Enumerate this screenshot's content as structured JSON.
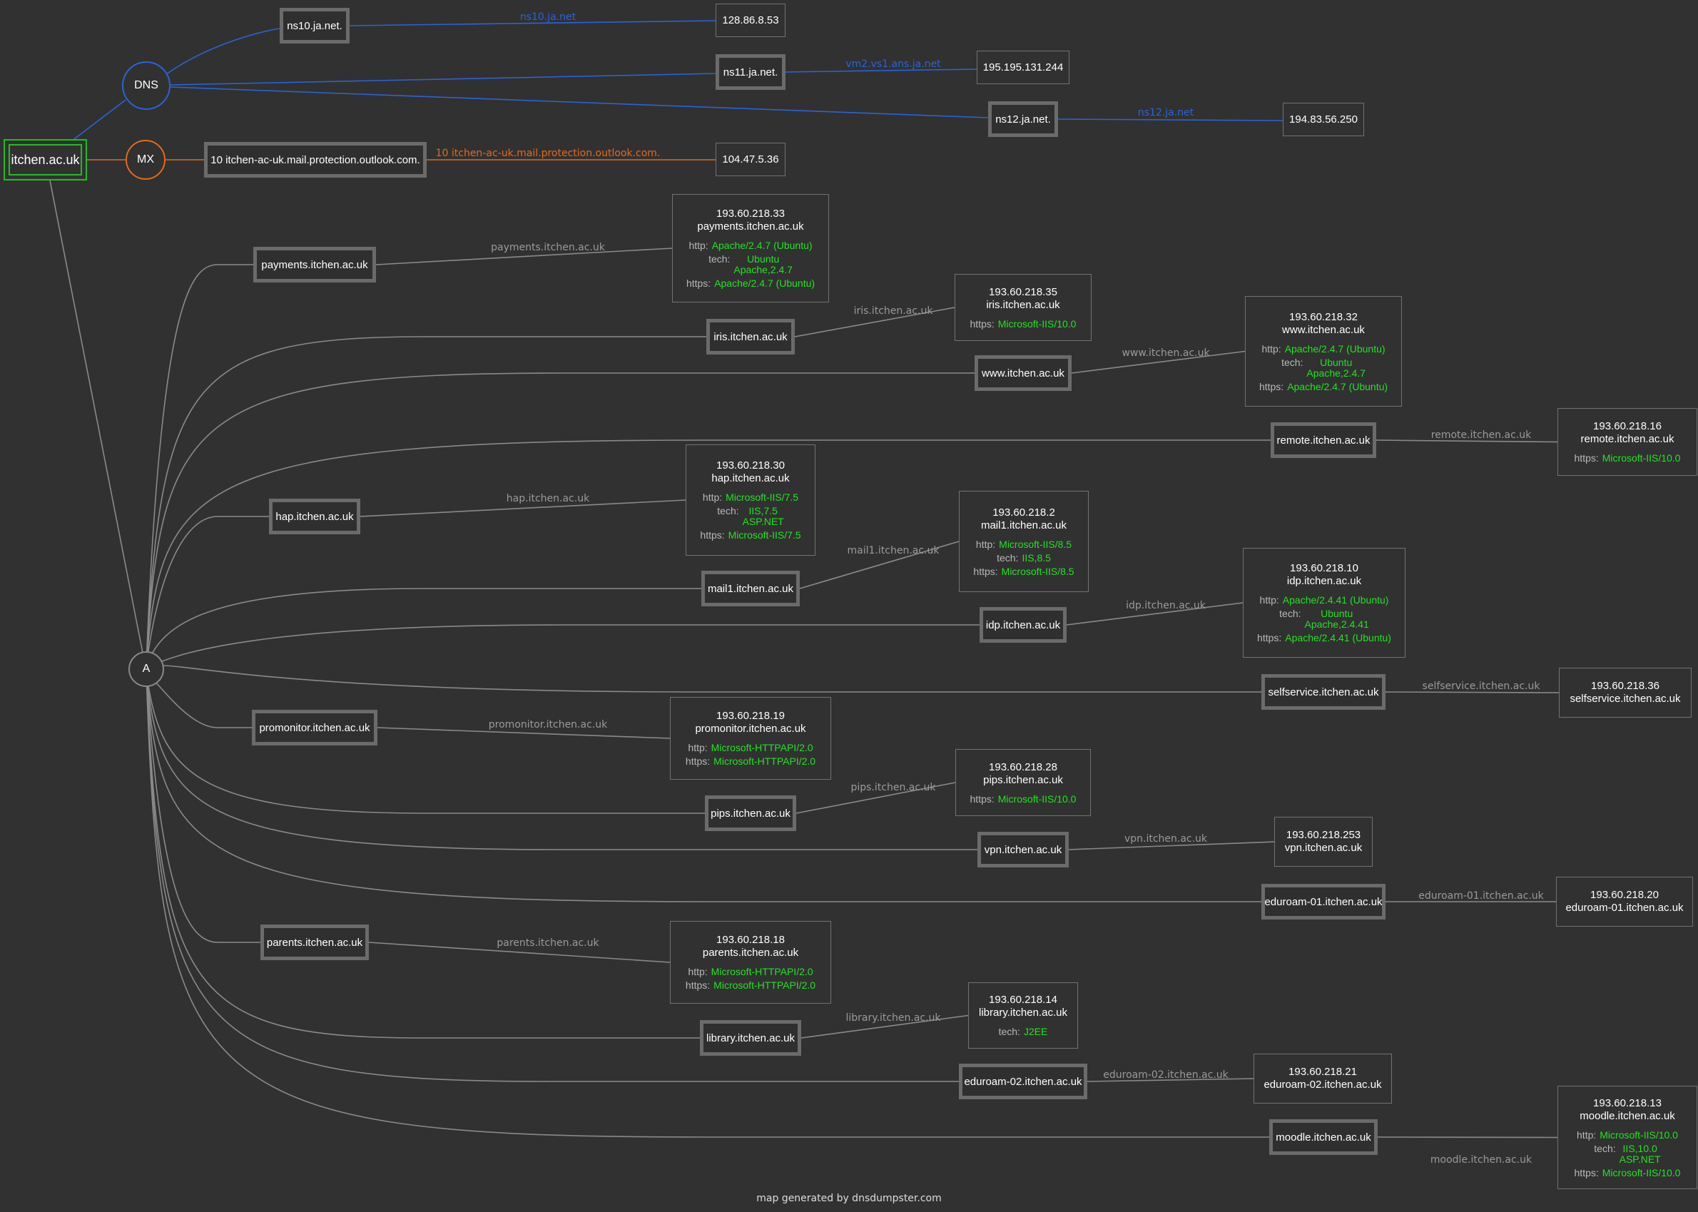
{
  "colors": {
    "background": "#313131",
    "ns": "#2b63d8",
    "mx": "#e06b1c",
    "a": "#8a8a8a",
    "root": "#1fbf1f",
    "green": "#22e322"
  },
  "root": "itchen.ac.uk",
  "dns_label": "DNS",
  "mx_label": "MX",
  "a_label": "A",
  "footer": "map generated by dnsdumpster.com",
  "ns_records": [
    {
      "host": "ns10.ja.net.",
      "label": "ns10.ja.net",
      "ip": "128.86.8.53"
    },
    {
      "host": "ns11.ja.net.",
      "label": "vm2.vs1.ans.ja.net",
      "ip": "195.195.131.244"
    },
    {
      "host": "ns12.ja.net.",
      "label": "ns12.ja.net",
      "ip": "194.83.56.250"
    }
  ],
  "mx_records": [
    {
      "host": "10 itchen-ac-uk.mail.protection.outlook.com.",
      "label": "10 itchen-ac-uk.mail.protection.outlook.com.",
      "ip": "104.47.5.36"
    }
  ],
  "a_records": [
    {
      "host": "payments.itchen.ac.uk",
      "label": "payments.itchen.ac.uk",
      "ip": "193.60.218.33",
      "name": "payments.itchen.ac.uk",
      "services": [
        {
          "k": "http:",
          "v": [
            "Apache/2.4.7 (Ubuntu)"
          ]
        },
        {
          "k": "tech:",
          "v": [
            "Ubuntu",
            "Apache,2.4.7"
          ]
        },
        {
          "k": "https:",
          "v": [
            "Apache/2.4.7 (Ubuntu)"
          ]
        }
      ]
    },
    {
      "host": "iris.itchen.ac.uk",
      "label": "iris.itchen.ac.uk",
      "ip": "193.60.218.35",
      "name": "iris.itchen.ac.uk",
      "services": [
        {
          "k": "https:",
          "v": [
            "Microsoft-IIS/10.0"
          ]
        }
      ]
    },
    {
      "host": "www.itchen.ac.uk",
      "label": "www.itchen.ac.uk",
      "ip": "193.60.218.32",
      "name": "www.itchen.ac.uk",
      "services": [
        {
          "k": "http:",
          "v": [
            "Apache/2.4.7 (Ubuntu)"
          ]
        },
        {
          "k": "tech:",
          "v": [
            "Ubuntu",
            "Apache,2.4.7"
          ]
        },
        {
          "k": "https:",
          "v": [
            "Apache/2.4.7 (Ubuntu)"
          ]
        }
      ]
    },
    {
      "host": "remote.itchen.ac.uk",
      "label": "remote.itchen.ac.uk",
      "ip": "193.60.218.16",
      "name": "remote.itchen.ac.uk",
      "services": [
        {
          "k": "https:",
          "v": [
            "Microsoft-IIS/10.0"
          ]
        }
      ]
    },
    {
      "host": "hap.itchen.ac.uk",
      "label": "hap.itchen.ac.uk",
      "ip": "193.60.218.30",
      "name": "hap.itchen.ac.uk",
      "services": [
        {
          "k": "http:",
          "v": [
            "Microsoft-IIS/7.5"
          ]
        },
        {
          "k": "tech:",
          "v": [
            "IIS,7.5",
            "ASP.NET"
          ]
        },
        {
          "k": "https:",
          "v": [
            "Microsoft-IIS/7.5"
          ]
        }
      ]
    },
    {
      "host": "mail1.itchen.ac.uk",
      "label": "mail1.itchen.ac.uk",
      "ip": "193.60.218.2",
      "name": "mail1.itchen.ac.uk",
      "services": [
        {
          "k": "http:",
          "v": [
            "Microsoft-IIS/8.5"
          ]
        },
        {
          "k": "tech:",
          "v": [
            "IIS,8.5"
          ]
        },
        {
          "k": "https:",
          "v": [
            "Microsoft-IIS/8.5"
          ]
        }
      ]
    },
    {
      "host": "idp.itchen.ac.uk",
      "label": "idp.itchen.ac.uk",
      "ip": "193.60.218.10",
      "name": "idp.itchen.ac.uk",
      "services": [
        {
          "k": "http:",
          "v": [
            "Apache/2.4.41 (Ubuntu)"
          ]
        },
        {
          "k": "tech:",
          "v": [
            "Ubuntu",
            "Apache,2.4.41"
          ]
        },
        {
          "k": "https:",
          "v": [
            "Apache/2.4.41 (Ubuntu)"
          ]
        }
      ]
    },
    {
      "host": "selfservice.itchen.ac.uk",
      "label": "selfservice.itchen.ac.uk",
      "ip": "193.60.218.36",
      "name": "selfservice.itchen.ac.uk",
      "services": []
    },
    {
      "host": "promonitor.itchen.ac.uk",
      "label": "promonitor.itchen.ac.uk",
      "ip": "193.60.218.19",
      "name": "promonitor.itchen.ac.uk",
      "services": [
        {
          "k": "http:",
          "v": [
            "Microsoft-HTTPAPI/2.0"
          ]
        },
        {
          "k": "https:",
          "v": [
            "Microsoft-HTTPAPI/2.0"
          ]
        }
      ]
    },
    {
      "host": "pips.itchen.ac.uk",
      "label": "pips.itchen.ac.uk",
      "ip": "193.60.218.28",
      "name": "pips.itchen.ac.uk",
      "services": [
        {
          "k": "https:",
          "v": [
            "Microsoft-IIS/10.0"
          ]
        }
      ]
    },
    {
      "host": "vpn.itchen.ac.uk",
      "label": "vpn.itchen.ac.uk",
      "ip": "193.60.218.253",
      "name": "vpn.itchen.ac.uk",
      "services": []
    },
    {
      "host": "eduroam-01.itchen.ac.uk",
      "label": "eduroam-01.itchen.ac.uk",
      "ip": "193.60.218.20",
      "name": "eduroam-01.itchen.ac.uk",
      "services": []
    },
    {
      "host": "parents.itchen.ac.uk",
      "label": "parents.itchen.ac.uk",
      "ip": "193.60.218.18",
      "name": "parents.itchen.ac.uk",
      "services": [
        {
          "k": "http:",
          "v": [
            "Microsoft-HTTPAPI/2.0"
          ]
        },
        {
          "k": "https:",
          "v": [
            "Microsoft-HTTPAPI/2.0"
          ]
        }
      ]
    },
    {
      "host": "library.itchen.ac.uk",
      "label": "library.itchen.ac.uk",
      "ip": "193.60.218.14",
      "name": "library.itchen.ac.uk",
      "services": [
        {
          "k": "tech:",
          "v": [
            "J2EE"
          ]
        }
      ]
    },
    {
      "host": "eduroam-02.itchen.ac.uk",
      "label": "eduroam-02.itchen.ac.uk",
      "ip": "193.60.218.21",
      "name": "eduroam-02.itchen.ac.uk",
      "services": []
    },
    {
      "host": "moodle.itchen.ac.uk",
      "label": "moodle.itchen.ac.uk",
      "ip": "193.60.218.13",
      "name": "moodle.itchen.ac.uk",
      "services": [
        {
          "k": "http:",
          "v": [
            "Microsoft-IIS/10.0"
          ]
        },
        {
          "k": "tech:",
          "v": [
            "IIS,10.0",
            "ASP.NET"
          ]
        },
        {
          "k": "https:",
          "v": [
            "Microsoft-IIS/10.0"
          ]
        }
      ]
    }
  ]
}
